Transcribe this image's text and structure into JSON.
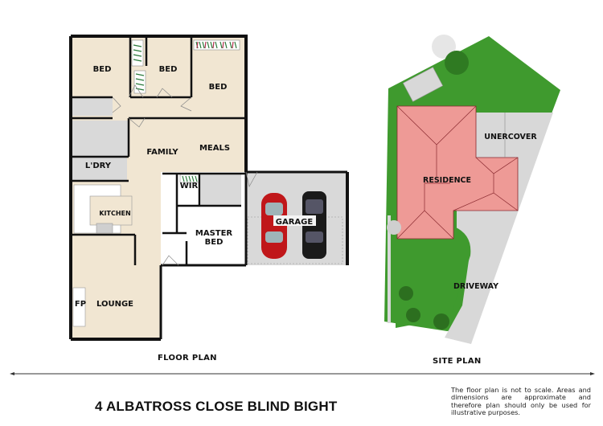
{
  "floor_plan": {
    "caption": "FLOOR PLAN",
    "rooms": {
      "bed1": "BED",
      "bed2": "BED",
      "bed3": "BED",
      "family": "FAMILY",
      "meals": "MEALS",
      "laundry": "L'DRY",
      "kitchen": "KITCHEN",
      "wir": "WIR",
      "master_bed_line1": "MASTER",
      "master_bed_line2": "BED",
      "garage": "GARAGE",
      "fireplace": "FP",
      "lounge": "LOUNGE"
    },
    "colors": {
      "room_fill": "#f1e6d2",
      "wet_area_fill": "#d9d9d9",
      "wall": "#111111",
      "car_red": "#c0171a",
      "car_black": "#1a1a1a"
    }
  },
  "site_plan": {
    "caption": "SITE PLAN",
    "labels": {
      "residence": "RESIDENCE",
      "undercover": "UNERCOVER",
      "driveway": "DRIVEWAY"
    },
    "colors": {
      "lawn": "#3f9a2e",
      "roof": "#ee9a96",
      "paving": "#d8d8d8"
    }
  },
  "footer": {
    "address": "4 ALBATROSS CLOSE BLIND BIGHT",
    "disclaimer": "The floor plan is not to scale. Areas and dimensions are approximate and therefore plan should only be used for illustrative purposes."
  }
}
